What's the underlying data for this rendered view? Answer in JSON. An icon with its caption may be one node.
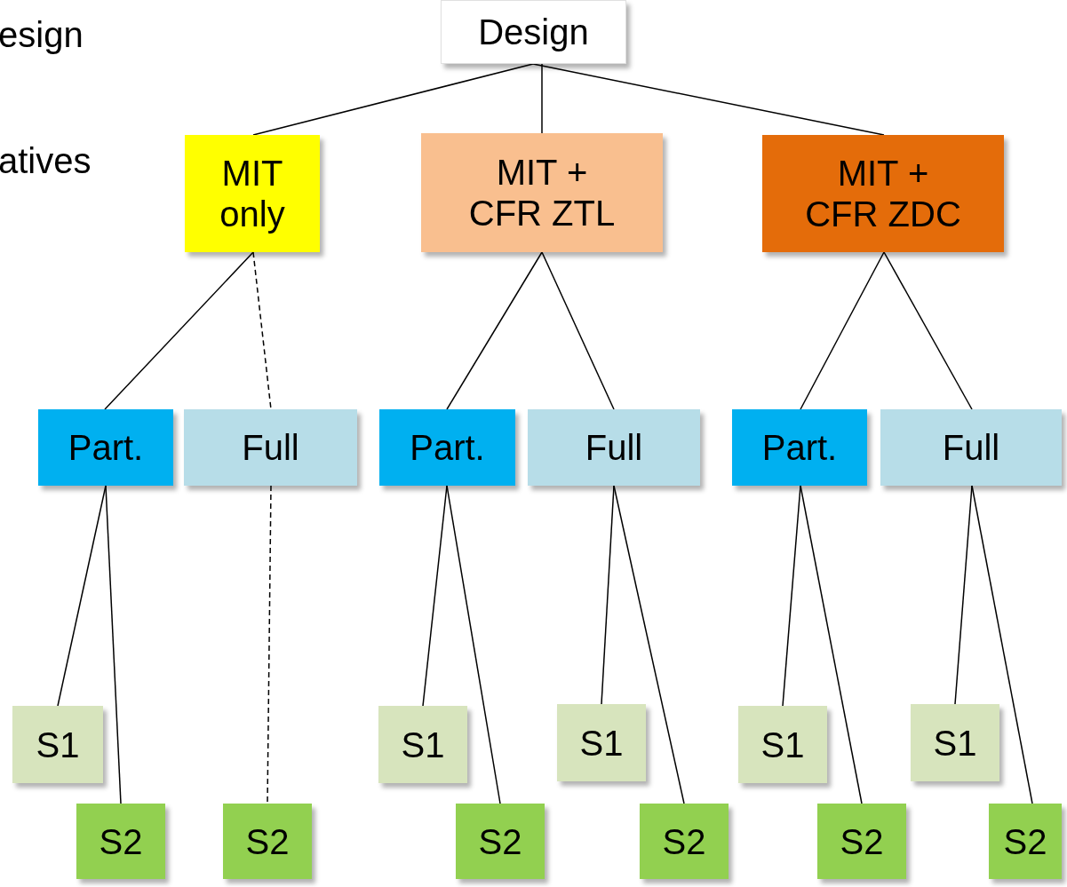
{
  "diagram": {
    "nodes": [
      {
        "text": [
          "Design"
        ]
      },
      {
        "text": [
          "MIT only"
        ]
      },
      {
        "text": [
          "MIT + CFR ZTL"
        ]
      },
      {
        "text": [
          "MIT + CFR ZDC"
        ]
      },
      {
        "text": [
          "Part."
        ]
      },
      {
        "text": [
          "Full"
        ]
      },
      {
        "text": [
          "Part."
        ]
      },
      {
        "text": [
          "Full"
        ]
      },
      {
        "text": [
          "Part."
        ]
      },
      {
        "text": [
          "Full"
        ]
      },
      {
        "text": [
          "S1"
        ]
      },
      {
        "text": [
          "S2"
        ]
      },
      {
        "text": [
          "S2"
        ]
      },
      {
        "text": [
          "S1"
        ]
      },
      {
        "text": [
          "S2"
        ]
      },
      {
        "text": [
          "S1"
        ]
      },
      {
        "text": [
          "S2"
        ]
      },
      {
        "text": [
          "S1"
        ]
      },
      {
        "text": [
          "S2"
        ]
      },
      {
        "text": [
          "S1"
        ]
      },
      {
        "text": [
          "S2"
        ]
      }
    ],
    "edges": [
      {
        "from": 0,
        "to": 1,
        "arrow": "none"
      },
      {
        "from": 0,
        "to": 2,
        "arrow": "none"
      },
      {
        "from": 0,
        "to": 3,
        "arrow": "none"
      },
      {
        "from": 1,
        "to": 4,
        "arrow": "none"
      },
      {
        "from": 1,
        "to": 5,
        "arrow": "none",
        "style": "dashed"
      },
      {
        "from": 2,
        "to": 6,
        "arrow": "none"
      },
      {
        "from": 2,
        "to": 7,
        "arrow": "none"
      },
      {
        "from": 3,
        "to": 8,
        "arrow": "none"
      },
      {
        "from": 3,
        "to": 9,
        "arrow": "none"
      },
      {
        "from": 4,
        "to": 10,
        "arrow": "none"
      },
      {
        "from": 4,
        "to": 11,
        "arrow": "none"
      },
      {
        "from": 5,
        "to": 12,
        "arrow": "none",
        "style": "dashed"
      },
      {
        "from": 6,
        "to": 13,
        "arrow": "none"
      },
      {
        "from": 6,
        "to": 14,
        "arrow": "none"
      },
      {
        "from": 7,
        "to": 15,
        "arrow": "none"
      },
      {
        "from": 7,
        "to": 16,
        "arrow": "none"
      },
      {
        "from": 8,
        "to": 17,
        "arrow": "none"
      },
      {
        "from": 8,
        "to": 18,
        "arrow": "none"
      },
      {
        "from": 9,
        "to": 19,
        "arrow": "none"
      },
      {
        "from": 9,
        "to": 20,
        "arrow": "none"
      }
    ],
    "labels": [
      "esign",
      "atives"
    ]
  }
}
